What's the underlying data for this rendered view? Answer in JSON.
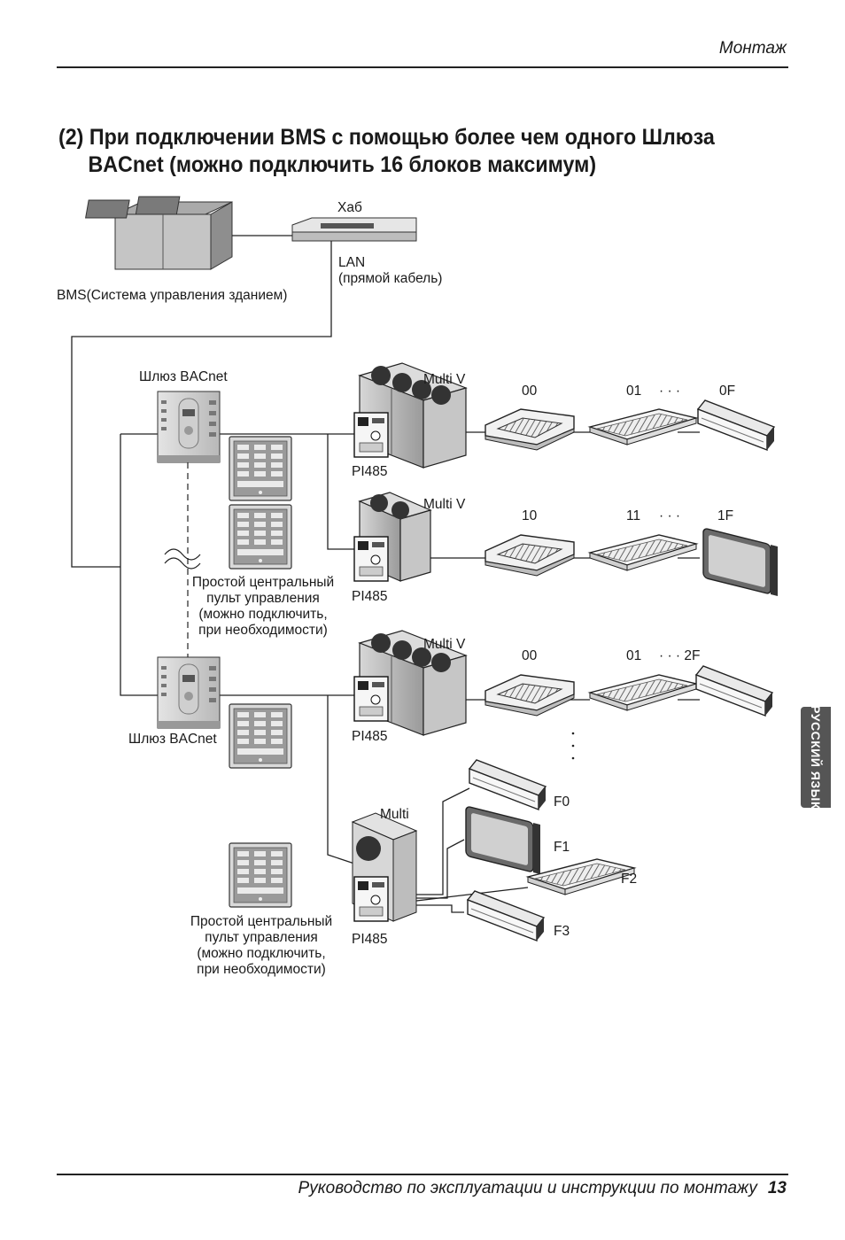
{
  "header": {
    "section": "Монтаж"
  },
  "title": {
    "line1": "(2) При подключении BMS с помощью более чем одного Шлюза",
    "line2": "BACnet (можно подключить 16 блоков максимум)"
  },
  "labels": {
    "hub": "Хаб",
    "lan_1": "LAN",
    "lan_2": "(прямой кабель)",
    "bms": "BMS(Система управления зданием)",
    "gateway_top": "Шлюз BACnet",
    "gateway_bottom": "Шлюз BACnet",
    "multiv_1": "Multi V",
    "multiv_2": "Multi V",
    "multiv_3": "Multi V",
    "multi": "Multi",
    "pi485_1": "PI485",
    "pi485_2": "PI485",
    "pi485_3": "PI485",
    "pi485_4": "PI485",
    "remote_1": [
      "Простой центральный",
      "пульт управления",
      "(можно подключить,",
      "при необходимости)"
    ],
    "remote_2": [
      "Простой центральный",
      "пульт управления",
      "(можно подключить,",
      "при необходимости)"
    ],
    "row1": [
      "00",
      "01",
      "· · ·",
      "0F"
    ],
    "row2": [
      "10",
      "11",
      "· · ·",
      "1F"
    ],
    "row3": [
      "00",
      "01",
      "· · · 2F"
    ],
    "multi_units": [
      "F0",
      "F1",
      "F2",
      "F3"
    ]
  },
  "side_tab": "РУССКИЙ ЯЗЫК",
  "footer": {
    "text": "Руководство по эксплуатации и инструкции по монтажу",
    "page": "13"
  }
}
